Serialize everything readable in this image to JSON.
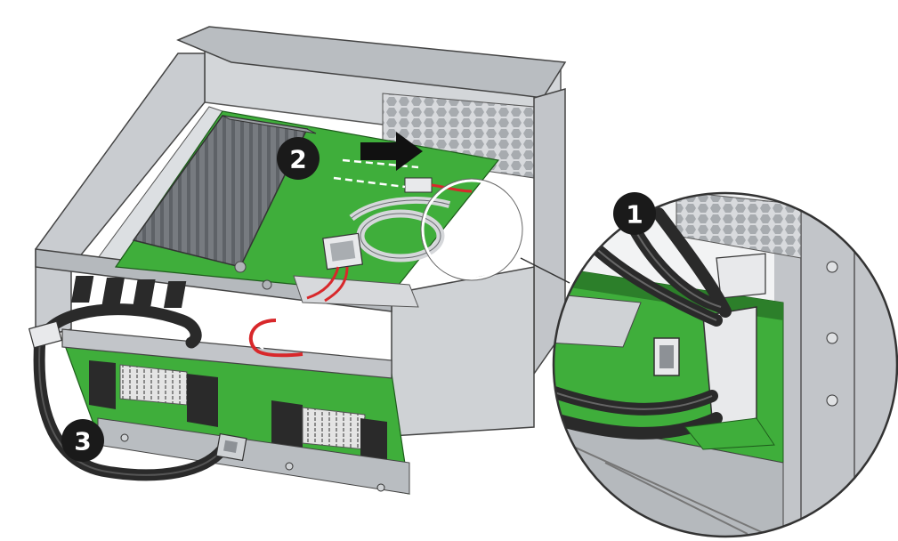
{
  "figure": {
    "colors": {
      "chassis": "#c9ccd0",
      "chassis_dark": "#8e9297",
      "chassis_light": "#e6e8ea",
      "pcb": "#3fae3b",
      "pcb_dark": "#2c7f2a",
      "heatsink": "#6f7378",
      "cable": "#2a2a2a",
      "wire_red": "#d8282b",
      "callout": "#1a1a1a"
    },
    "callouts": [
      {
        "label": "1"
      },
      {
        "label": "2"
      },
      {
        "label": "3"
      }
    ]
  }
}
